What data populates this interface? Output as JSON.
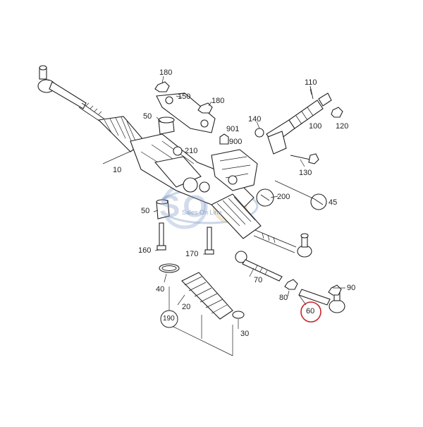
{
  "diagram": {
    "watermark": {
      "logo_text": "SO",
      "tagline": "Sales On Line"
    },
    "highlight_color": "#c8252b",
    "watermark_color": "#7f9bc6",
    "callouts": [
      {
        "id": "c180a",
        "text": "180"
      },
      {
        "id": "c150",
        "text": "150"
      },
      {
        "id": "c180b",
        "text": "180"
      },
      {
        "id": "c110",
        "text": "110"
      },
      {
        "id": "c50a",
        "text": "50"
      },
      {
        "id": "c140",
        "text": "140"
      },
      {
        "id": "c901",
        "text": "901"
      },
      {
        "id": "c900",
        "text": "900"
      },
      {
        "id": "c100",
        "text": "100"
      },
      {
        "id": "c120",
        "text": "120"
      },
      {
        "id": "c210",
        "text": "210"
      },
      {
        "id": "c10",
        "text": "10"
      },
      {
        "id": "c130",
        "text": "130"
      },
      {
        "id": "c200",
        "text": "200"
      },
      {
        "id": "c45",
        "text": "45"
      },
      {
        "id": "c50b",
        "text": "50"
      },
      {
        "id": "c160",
        "text": "160"
      },
      {
        "id": "c170",
        "text": "170"
      },
      {
        "id": "c70",
        "text": "70"
      },
      {
        "id": "c40",
        "text": "40"
      },
      {
        "id": "c20",
        "text": "20"
      },
      {
        "id": "c80",
        "text": "80"
      },
      {
        "id": "c90",
        "text": "90"
      },
      {
        "id": "c60",
        "text": "60"
      },
      {
        "id": "c190",
        "text": "190"
      },
      {
        "id": "c30",
        "text": "30"
      }
    ]
  }
}
